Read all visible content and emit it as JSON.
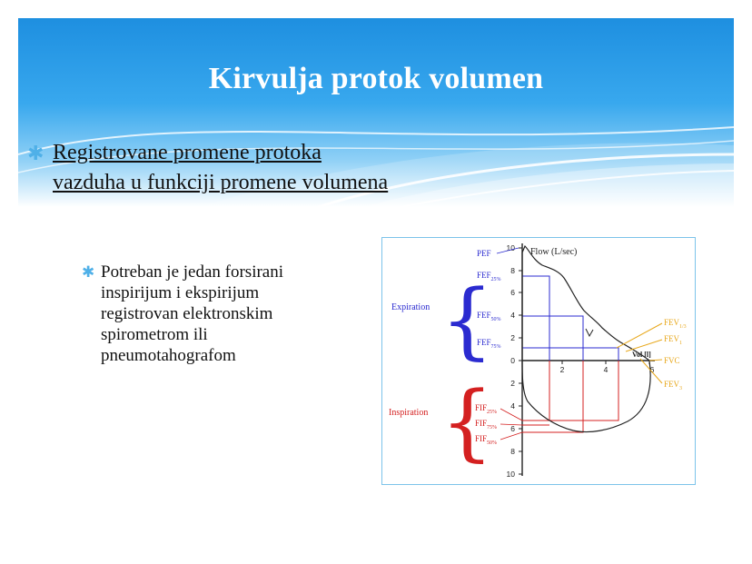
{
  "slide": {
    "title": "Kirvulja protok volumen",
    "bullet1": "Registrovane promene protoka vazduha u funkciji promene volumena",
    "bullet2": "Potreban je jedan forsirani inspirijum i ekspirijum registrovan elektronskim spirometrom ili pneumotahografom",
    "bullet_glyph": "✱"
  },
  "diagram": {
    "axis_title": "Flow (L/sec)",
    "vol_label": "Vol [l]",
    "upper_ticks": [
      "10",
      "8",
      "6",
      "4",
      "2",
      "0"
    ],
    "lower_ticks": [
      "2",
      "4",
      "6",
      "8",
      "10"
    ],
    "x_ticks": [
      "2",
      "4",
      "6"
    ],
    "expiration_label": "Expiration",
    "inspiration_label": "Inspiration",
    "left_labels": [
      {
        "main": "PEF",
        "sub": "",
        "color": "#2b2bd0"
      },
      {
        "main": "FEF",
        "sub": "25%",
        "color": "#2b2bd0"
      },
      {
        "main": "FEF",
        "sub": "50%",
        "color": "#2b2bd0"
      },
      {
        "main": "FEF",
        "sub": "75%",
        "color": "#2b2bd0"
      },
      {
        "main": "FIF",
        "sub": "25%",
        "color": "#d42020"
      },
      {
        "main": "FIF",
        "sub": "75%",
        "color": "#d42020"
      },
      {
        "main": "FIF",
        "sub": "50%",
        "color": "#d42020"
      }
    ],
    "right_labels": [
      {
        "main": "FEV",
        "sub": "1/3"
      },
      {
        "main": "FEV",
        "sub": "1"
      },
      {
        "main": "FVC",
        "sub": ""
      },
      {
        "main": "FEV",
        "sub": "3"
      }
    ],
    "colors": {
      "expiration": "#2b2bd0",
      "inspiration": "#d42020",
      "fev": "#e8a81c",
      "curve": "#222222",
      "frame": "#7cc3ea",
      "accent": "#4fb0e8"
    }
  }
}
